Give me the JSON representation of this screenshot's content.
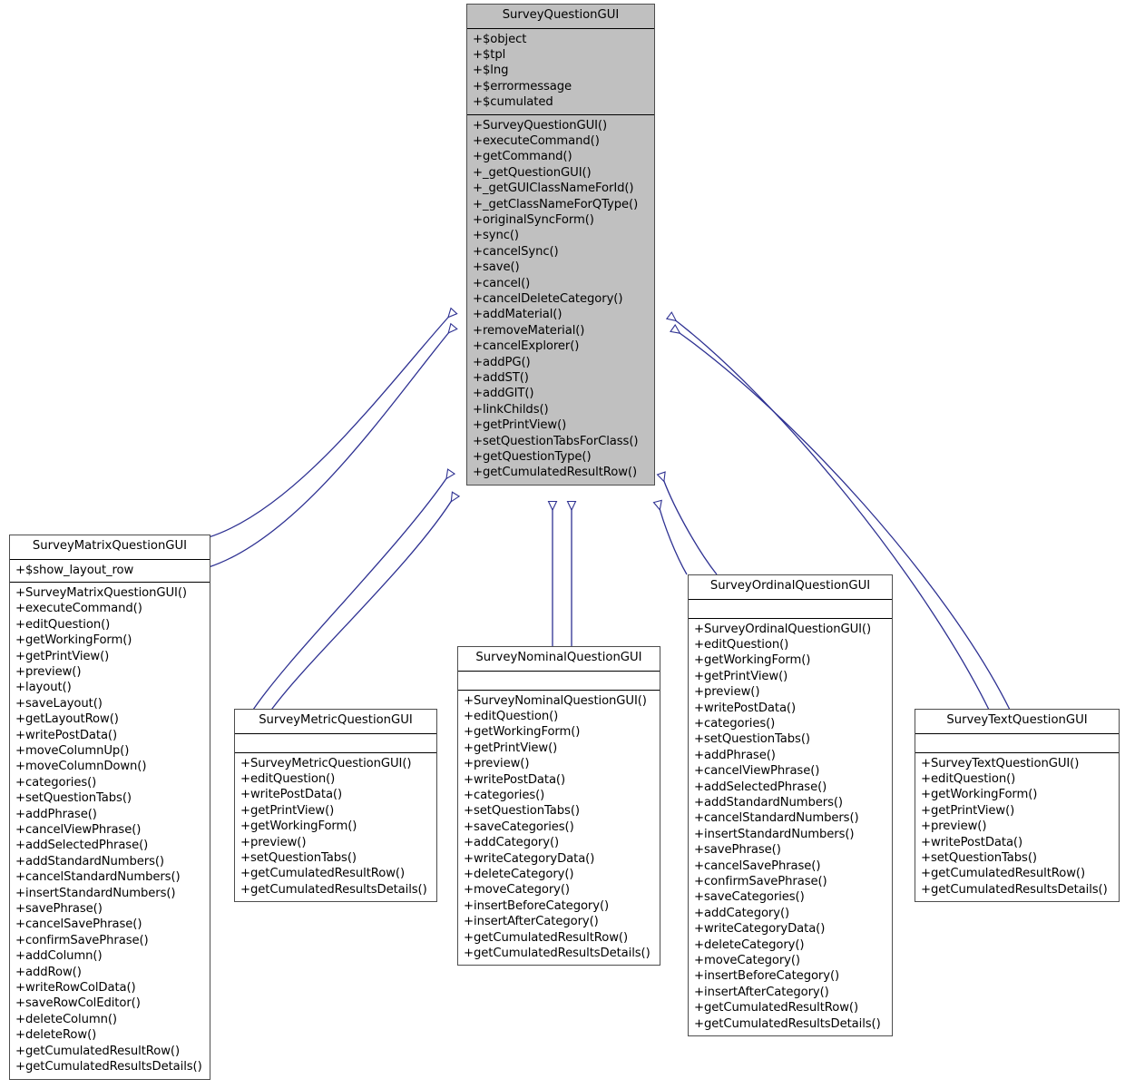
{
  "diagram": {
    "type": "uml-class-inheritance",
    "root_class": "SurveyQuestionGUI",
    "edge_color": "#2e3192",
    "root_fill": "#c0c0c0",
    "box_fill": "#ffffff",
    "border_color": "#4d4d4d"
  },
  "classes": [
    {
      "id": "surveyquestiongui",
      "name": "SurveyQuestionGUI",
      "is_root": true,
      "attributes": [
        "+ $object",
        "+ $tpl",
        "+ $lng",
        "+ $errormessage",
        "+ $cumulated"
      ],
      "methods": [
        "+ SurveyQuestionGUI()",
        "+ executeCommand()",
        "+ getCommand()",
        "+ _getQuestionGUI()",
        "+ _getGUIClassNameForId()",
        "+ _getClassNameForQType()",
        "+ originalSyncForm()",
        "+ sync()",
        "+ cancelSync()",
        "+ save()",
        "+ cancel()",
        "+ cancelDeleteCategory()",
        "+ addMaterial()",
        "+ removeMaterial()",
        "+ cancelExplorer()",
        "+ addPG()",
        "+ addST()",
        "+ addGIT()",
        "+ linkChilds()",
        "+ getPrintView()",
        "+ setQuestionTabsForClass()",
        "+ getQuestionType()",
        "+ getCumulatedResultRow()"
      ]
    },
    {
      "id": "surveymatrixquestiongui",
      "name": "SurveyMatrixQuestionGUI",
      "is_root": false,
      "attributes": [
        "+ $show_layout_row"
      ],
      "methods": [
        "+ SurveyMatrixQuestionGUI()",
        "+ executeCommand()",
        "+ editQuestion()",
        "+ getWorkingForm()",
        "+ getPrintView()",
        "+ preview()",
        "+ layout()",
        "+ saveLayout()",
        "+ getLayoutRow()",
        "+ writePostData()",
        "+ moveColumnUp()",
        "+ moveColumnDown()",
        "+ categories()",
        "+ setQuestionTabs()",
        "+ addPhrase()",
        "+ cancelViewPhrase()",
        "+ addSelectedPhrase()",
        "+ addStandardNumbers()",
        "+ cancelStandardNumbers()",
        "+ insertStandardNumbers()",
        "+ savePhrase()",
        "+ cancelSavePhrase()",
        "+ confirmSavePhrase()",
        "+ addColumn()",
        "+ addRow()",
        "+ writeRowColData()",
        "+ saveRowColEditor()",
        "+ deleteColumn()",
        "+ deleteRow()",
        "+ getCumulatedResultRow()",
        "+ getCumulatedResultsDetails()"
      ]
    },
    {
      "id": "surveymetricquestiongui",
      "name": "SurveyMetricQuestionGUI",
      "is_root": false,
      "attributes": [],
      "methods": [
        "+ SurveyMetricQuestionGUI()",
        "+ editQuestion()",
        "+ writePostData()",
        "+ getPrintView()",
        "+ getWorkingForm()",
        "+ preview()",
        "+ setQuestionTabs()",
        "+ getCumulatedResultRow()",
        "+ getCumulatedResultsDetails()"
      ]
    },
    {
      "id": "surveynominalquestiongui",
      "name": "SurveyNominalQuestionGUI",
      "is_root": false,
      "attributes": [],
      "methods": [
        "+ SurveyNominalQuestionGUI()",
        "+ editQuestion()",
        "+ getWorkingForm()",
        "+ getPrintView()",
        "+ preview()",
        "+ writePostData()",
        "+ categories()",
        "+ setQuestionTabs()",
        "+ saveCategories()",
        "+ addCategory()",
        "+ writeCategoryData()",
        "+ deleteCategory()",
        "+ moveCategory()",
        "+ insertBeforeCategory()",
        "+ insertAfterCategory()",
        "+ getCumulatedResultRow()",
        "+ getCumulatedResultsDetails()"
      ]
    },
    {
      "id": "surveyordinalquestiongui",
      "name": "SurveyOrdinalQuestionGUI",
      "is_root": false,
      "attributes": [],
      "methods": [
        "+ SurveyOrdinalQuestionGUI()",
        "+ editQuestion()",
        "+ getWorkingForm()",
        "+ getPrintView()",
        "+ preview()",
        "+ writePostData()",
        "+ categories()",
        "+ setQuestionTabs()",
        "+ addPhrase()",
        "+ cancelViewPhrase()",
        "+ addSelectedPhrase()",
        "+ addStandardNumbers()",
        "+ cancelStandardNumbers()",
        "+ insertStandardNumbers()",
        "+ savePhrase()",
        "+ cancelSavePhrase()",
        "+ confirmSavePhrase()",
        "+ saveCategories()",
        "+ addCategory()",
        "+ writeCategoryData()",
        "+ deleteCategory()",
        "+ moveCategory()",
        "+ insertBeforeCategory()",
        "+ insertAfterCategory()",
        "+ getCumulatedResultRow()",
        "+ getCumulatedResultsDetails()"
      ]
    },
    {
      "id": "surveytextquestiongui",
      "name": "SurveyTextQuestionGUI",
      "is_root": false,
      "attributes": [],
      "methods": [
        "+ SurveyTextQuestionGUI()",
        "+ editQuestion()",
        "+ getWorkingForm()",
        "+ getPrintView()",
        "+ preview()",
        "+ writePostData()",
        "+ setQuestionTabs()",
        "+ getCumulatedResultRow()",
        "+ getCumulatedResultsDetails()"
      ]
    }
  ],
  "inheritance_edges": [
    {
      "from": "surveymatrixquestiongui",
      "to": "surveyquestiongui"
    },
    {
      "from": "surveymetricquestiongui",
      "to": "surveyquestiongui"
    },
    {
      "from": "surveynominalquestiongui",
      "to": "surveyquestiongui"
    },
    {
      "from": "surveyordinalquestiongui",
      "to": "surveyquestiongui"
    },
    {
      "from": "surveytextquestiongui",
      "to": "surveyquestiongui"
    }
  ]
}
